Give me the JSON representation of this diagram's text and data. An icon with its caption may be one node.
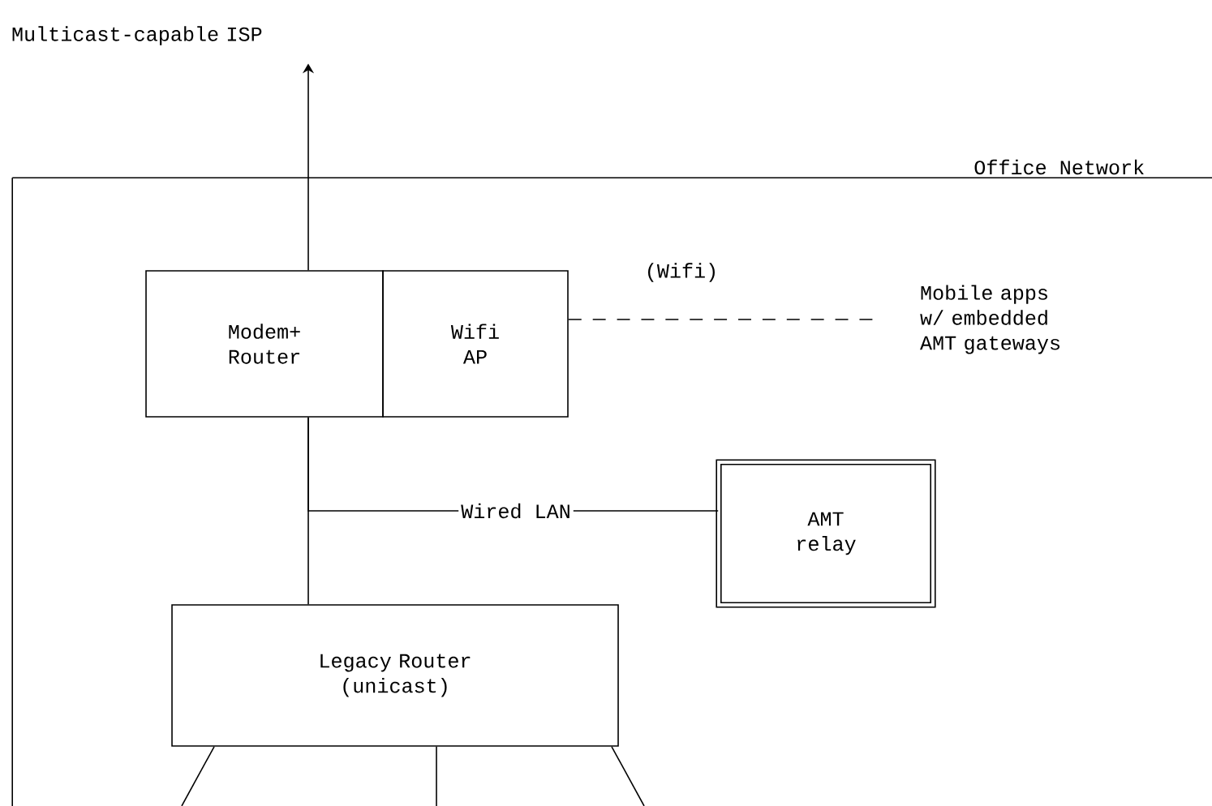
{
  "diagram": {
    "nodes": [
      {
        "text": [
          "Multicast-capable ISP"
        ]
      },
      {
        "text": [
          "Office Network"
        ]
      },
      {
        "text": [
          "Modem+ Router"
        ],
        "in": 1
      },
      {
        "text": [
          "Wifi AP"
        ],
        "in": 1
      },
      {
        "text": [
          "Mobile apps w/ embedded AMT gateways"
        ],
        "in": 1
      },
      {
        "text": [
          "AMT relay"
        ],
        "in": 1
      },
      {
        "text": [
          "Legacy Router (unicast)"
        ],
        "in": 1
      }
    ],
    "edges": [
      {
        "from": 2,
        "to": 0,
        "arrow": "to"
      },
      {
        "from": 3,
        "to": 4,
        "arrow": "none",
        "label": "(Wifi)",
        "style": "dashed"
      },
      {
        "from": 2,
        "to": 6,
        "arrow": "none"
      },
      {
        "from": 2,
        "to": 5,
        "arrow": "none",
        "label": "Wired LAN"
      },
      {
        "from": 6,
        "to": null,
        "arrow": "none"
      },
      {
        "from": 6,
        "to": null,
        "arrow": "none"
      },
      {
        "from": 6,
        "to": null,
        "arrow": "none"
      }
    ]
  }
}
